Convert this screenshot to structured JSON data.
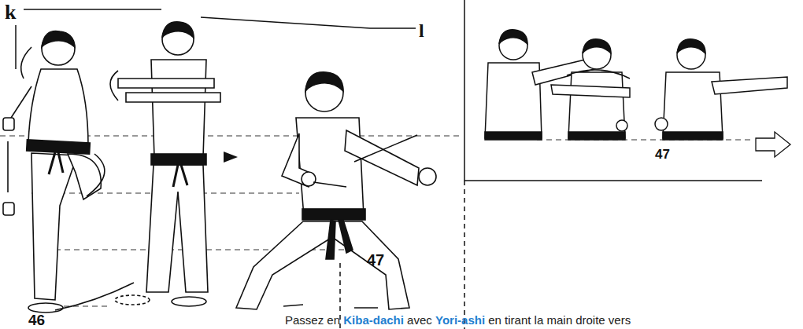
{
  "diagram": {
    "labels": [
      "k",
      "l",
      "46",
      "47",
      "47",
      "Passez en",
      "Kiba-dachi",
      "avec",
      "Yori-ashi",
      "en tirant la main droite vers"
    ]
  }
}
